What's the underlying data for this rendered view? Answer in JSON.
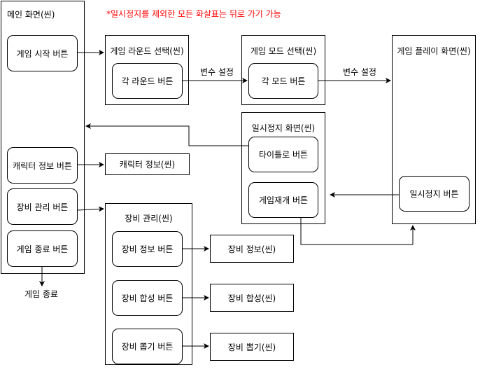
{
  "note": "*일시정지를 제외한 모든 화살표는 뒤로 가기 가능",
  "main_screen": {
    "title": "메인 화면(씬)",
    "start_button": "게임 시작 버튼",
    "character_button": "캐릭터 정보 버튼",
    "equipment_button": "장비 관리 버튼",
    "quit_button": "게임 종료 버튼"
  },
  "quit_label": "게임 종료",
  "round_select": {
    "title": "게임 라운드 선택(씬)",
    "button": "각 라운드 버튼"
  },
  "mode_select": {
    "title": "게임 모드 선택(씬)",
    "button": "각 모드 버튼"
  },
  "play_screen": {
    "title": "게임 플레이 화면(씬)",
    "pause_button": "일시정지 버튼"
  },
  "pause_screen": {
    "title": "일시정지 화면(씬)",
    "title_button": "타이틀로 버튼",
    "resume_button": "게임재개 버튼"
  },
  "character_info": {
    "title": "캐릭터 정보(씬)"
  },
  "equipment": {
    "title": "장비 관리(씬)",
    "info_button": "장비 정보 버튼",
    "synth_button": "장비 합성 버튼",
    "draw_button": "장비 뽑기 버튼",
    "info_scene": "장비 정보(씬)",
    "synth_scene": "장비 합성(씬)",
    "draw_scene": "장비 뽑기(씬)"
  },
  "edge_labels": {
    "round_to_mode": "변수 설정",
    "mode_to_play": "변수 설정"
  }
}
